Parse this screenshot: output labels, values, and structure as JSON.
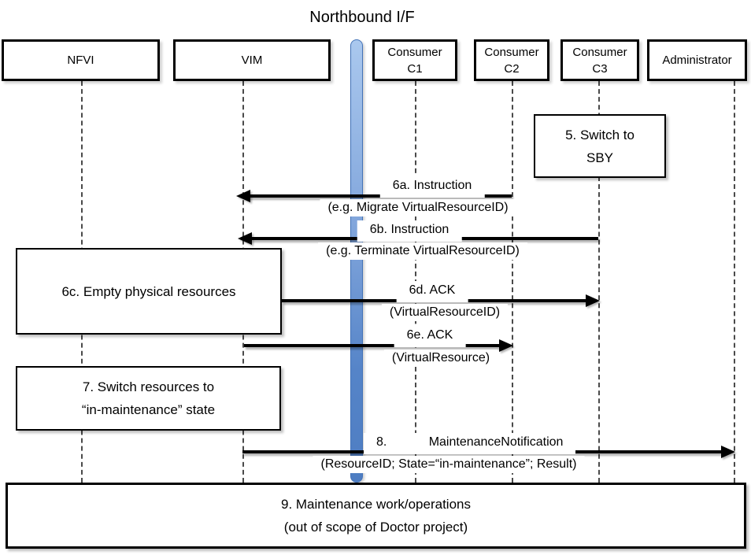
{
  "title": "Northbound I/F",
  "actors": [
    {
      "id": "nfvi",
      "label": "NFVI"
    },
    {
      "id": "vim",
      "label": "VIM"
    },
    {
      "id": "consumer-c1",
      "label": "Consumer\nC1"
    },
    {
      "id": "consumer-c2",
      "label": "Consumer\nC2"
    },
    {
      "id": "consumer-c3",
      "label": "Consumer\nC3"
    },
    {
      "id": "administrator",
      "label": "Administrator"
    }
  ],
  "notes": {
    "switch_sby": "5. Switch to\nSBY",
    "empty_resources": "6c. Empty physical resources",
    "switch_maintenance": "7. Switch resources to\n“in-maintenance” state",
    "maintenance_work": "9. Maintenance work/operations\n(out of scope of Doctor project)"
  },
  "messages": [
    {
      "id": "6a",
      "from": "Consumer C2",
      "to": "VIM",
      "label": "6a. Instruction",
      "detail": "(e.g. Migrate VirtualResourceID)"
    },
    {
      "id": "6b",
      "from": "Consumer C3",
      "to": "VIM",
      "label": "6b. Instruction",
      "detail": "(e.g. Terminate VirtualResourceID)"
    },
    {
      "id": "6d",
      "from": "VIM",
      "to": "Consumer C3",
      "label": "6d. ACK",
      "detail": "(VirtualResourceID)"
    },
    {
      "id": "6e",
      "from": "VIM",
      "to": "Consumer C2",
      "label": "6e. ACK",
      "detail": "(VirtualResource)"
    },
    {
      "id": "8",
      "from": "VIM",
      "to": "Administrator",
      "label": "8.            MaintenanceNotification",
      "detail": "(ResourceID; State=“in-maintenance”; Result)"
    }
  ],
  "colors": {
    "bar_top": "#AAC8EE",
    "bar_bottom": "#4E7DC2",
    "bar_border": "#4373B8",
    "line": "#000000",
    "lifeline": "#4A4A4A",
    "background": "#FFFFFF"
  }
}
